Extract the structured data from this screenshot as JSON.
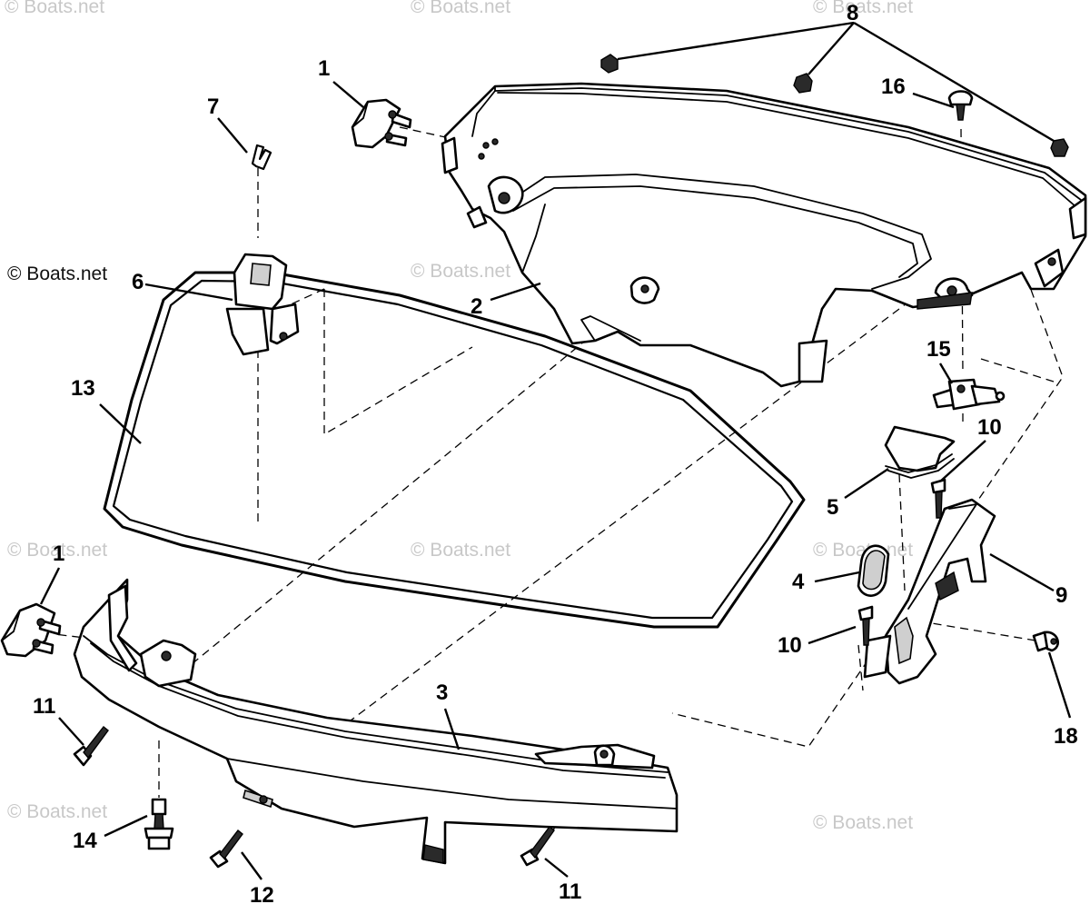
{
  "diagram": {
    "copyright_label": "© Boats.net",
    "watermark_text": "© Boats.net",
    "callouts": {
      "c1a": "1",
      "c1b": "1",
      "c2": "2",
      "c3": "3",
      "c4": "4",
      "c5": "5",
      "c6": "6",
      "c7": "7",
      "c8": "8",
      "c9": "9",
      "c10a": "10",
      "c10b": "10",
      "c11a": "11",
      "c11b": "11",
      "c12": "12",
      "c13": "13",
      "c14": "14",
      "c15": "15",
      "c16": "16",
      "c18": "18"
    }
  }
}
